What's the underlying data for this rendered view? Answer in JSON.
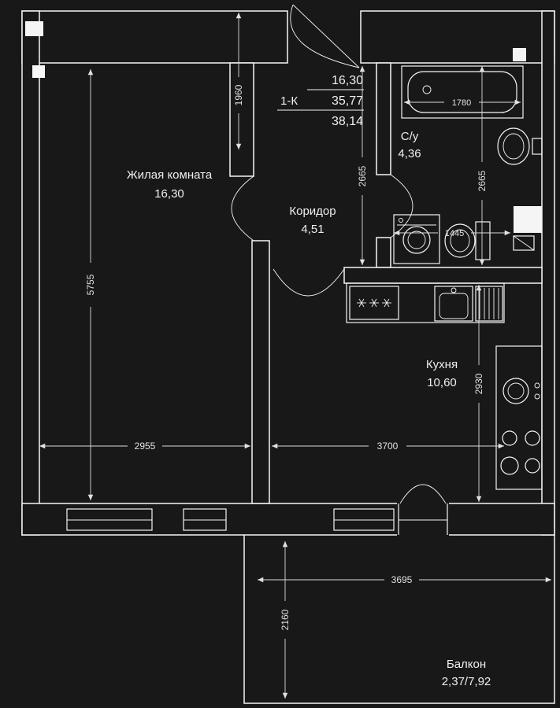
{
  "plan": {
    "colors": {
      "background": "#181818",
      "line": "#f5f5f5"
    },
    "title_block": {
      "apartment_type": "1-К",
      "living_area": "16,30",
      "area_without_balcony": "35,77",
      "total_area": "38,14"
    },
    "rooms": {
      "living": {
        "name": "Жилая комната",
        "area": "16,30"
      },
      "corridor": {
        "name": "Коридор",
        "area": "4,51"
      },
      "bathroom": {
        "name": "С/у",
        "area": "4,36"
      },
      "kitchen": {
        "name": "Кухня",
        "area": "10,60"
      },
      "balcony": {
        "name": "Балкон",
        "area": "2,37/7,92"
      }
    },
    "dimensions_mm": {
      "living_depth": "5755",
      "living_width": "2955",
      "entry_wall": "1960",
      "corridor_depth": "2665",
      "bathroom_depth": "2665",
      "bathtub_length": "1780",
      "wc_width": "1445",
      "kitchen_width": "3700",
      "kitchen_depth": "2930",
      "balcony_width": "3695",
      "balcony_depth": "2160"
    }
  }
}
